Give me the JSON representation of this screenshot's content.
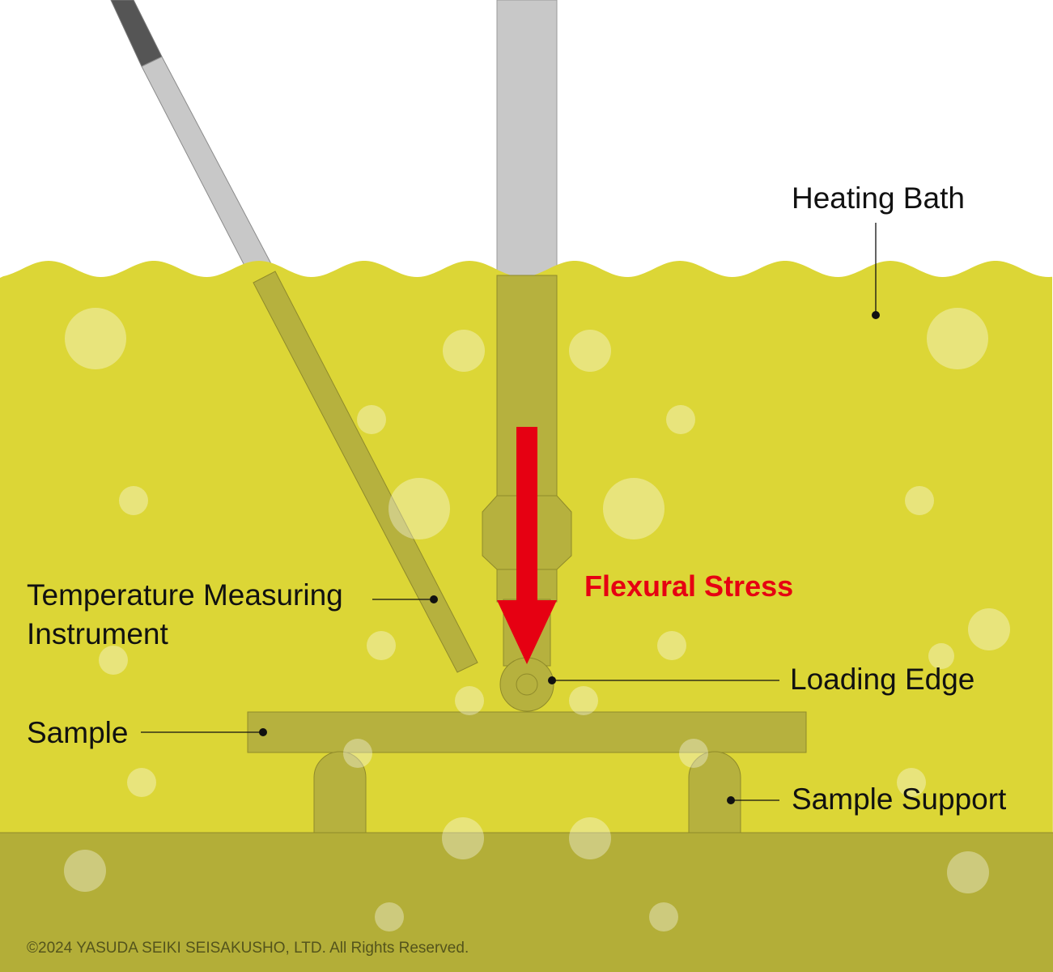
{
  "labels": {
    "heating_bath": "Heating Bath",
    "temperature_line1": "Temperature Measuring",
    "temperature_line2": "Instrument",
    "flexural_stress": "Flexural Stress",
    "loading_edge": "Loading Edge",
    "sample": "Sample",
    "sample_support": "Sample Support"
  },
  "copyright": "©2024 YASUDA SEIKI SEISAKUSHO, LTD. All Rights Reserved.",
  "colors": {
    "bath": "#dcd636",
    "floor": "#b3ae38",
    "submerged_part": "#b6b13e",
    "rod_gray": "#c8c8c8",
    "rod_tip": "#555555",
    "arrow": "#e60012",
    "bubble": "#ffffff"
  }
}
